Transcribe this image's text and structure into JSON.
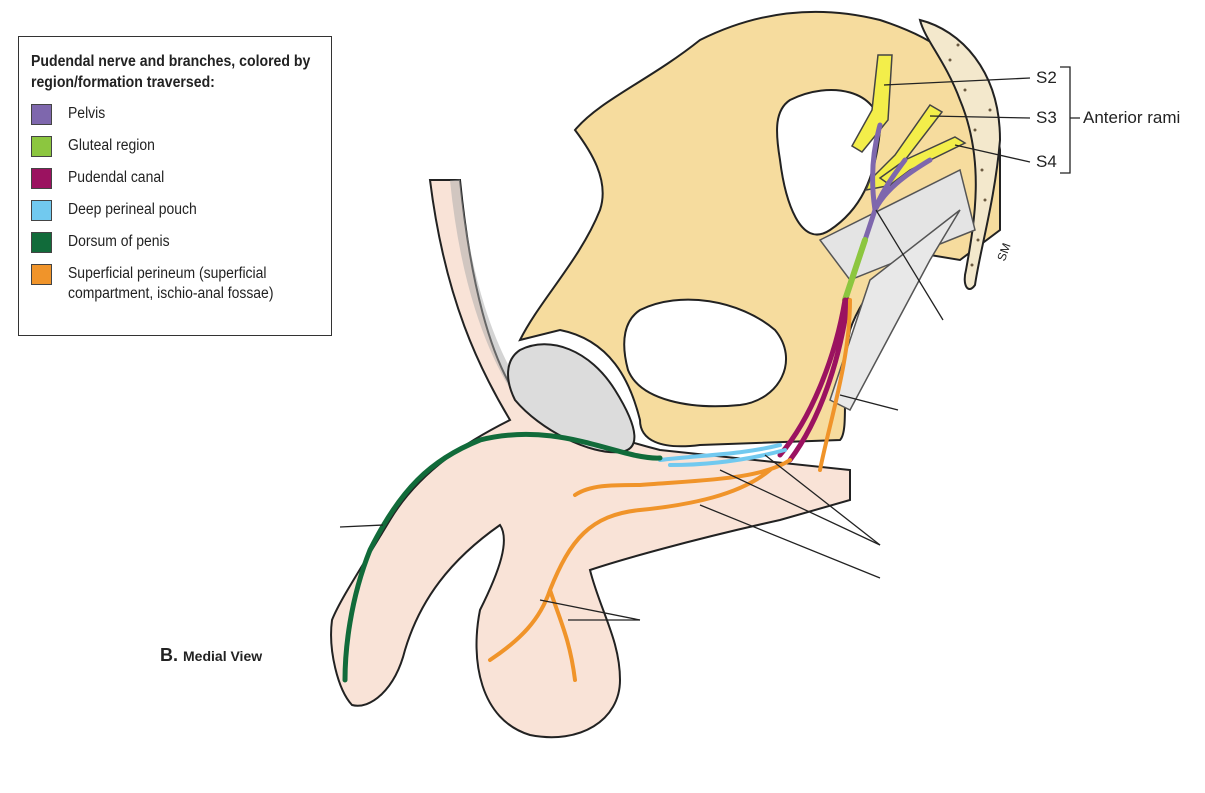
{
  "legend": {
    "title": "Pudendal nerve and branches, colored by region/formation traversed:",
    "items": [
      {
        "label": "Pelvis",
        "color": "#7e67ad"
      },
      {
        "label": "Gluteal region",
        "color": "#8cc63f"
      },
      {
        "label": "Pudendal canal",
        "color": "#9b1260"
      },
      {
        "label": "Deep perineal pouch",
        "color": "#71c9ef"
      },
      {
        "label": "Dorsum of penis",
        "color": "#116b3a"
      },
      {
        "label": "Superficial perineum (superficial compartment, ischio-anal fossae)",
        "color": "#f0942a"
      }
    ]
  },
  "labels": {
    "s2": "S2",
    "s3": "S3",
    "s4": "S4",
    "anterior_rami": "Anterior rami"
  },
  "view": {
    "letter": "B.",
    "title": "Medial View"
  },
  "signature": "SM",
  "colors": {
    "bone": "#f6dc9e",
    "sacrum": "#f3e8cc",
    "skin": "#f9e3d7",
    "ligament": "#e2e2e2",
    "nerve_root": "#f3ee4a"
  }
}
